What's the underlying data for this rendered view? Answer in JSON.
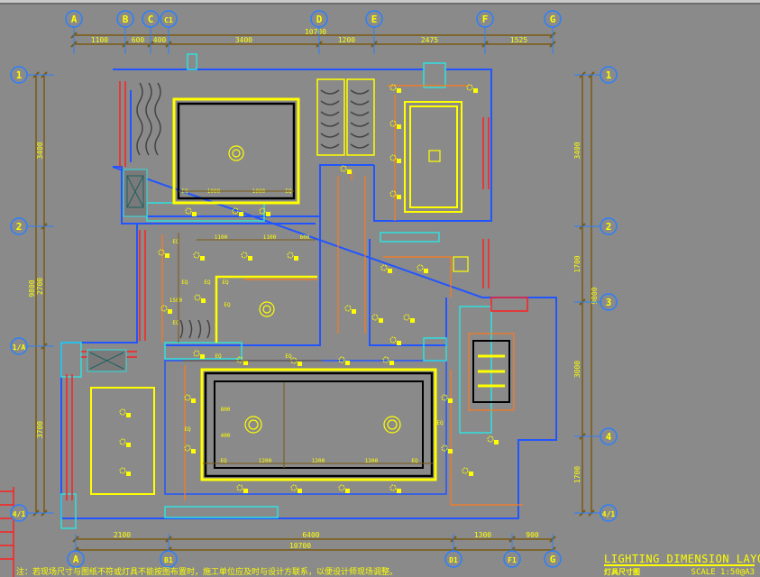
{
  "drawing": {
    "title": "LIGHTING DIMENSION LAYOUT",
    "subtitle_cn": "灯具尺寸图",
    "scale": "SCALE  1:50@A3",
    "note": "注：若现场尺寸与图纸不符或灯具不能按图布置时，施工单位应及时与设计方联系，以便设计师现场调整。"
  },
  "grid_top": {
    "bubbles": [
      "A",
      "B",
      "C",
      "C1",
      "D",
      "E",
      "F",
      "G"
    ],
    "overall": "10700",
    "segments": [
      "1100",
      "600",
      "400",
      "3400",
      "1200",
      "2475",
      "1525"
    ]
  },
  "grid_bottom": {
    "bubbles": [
      "A",
      "B1",
      "D1",
      "F1",
      "G"
    ],
    "overall": "10700",
    "segments": [
      "2100",
      "6400",
      "1300",
      "900"
    ]
  },
  "grid_left": {
    "bubbles": [
      "1",
      "2",
      "1/A",
      "4/1"
    ],
    "overall": "9800",
    "segments": [
      "3400",
      "2700",
      "3700"
    ]
  },
  "grid_right": {
    "bubbles": [
      "1",
      "2",
      "3",
      "4",
      "4/1"
    ],
    "overall": "9800",
    "segments": [
      "3400",
      "1700",
      "3000",
      "1700"
    ]
  },
  "room_labels": {
    "top_left": [
      "EQ",
      "1000",
      "1000",
      "EQ"
    ],
    "middle": [
      "1100",
      "1100",
      "600",
      "EQ",
      "EQ",
      "EQ",
      "EQ",
      "EQ",
      "1500",
      "EQ"
    ],
    "bottom": [
      "EQ",
      "EQ",
      "EQ",
      "1200",
      "1200",
      "1200",
      "EQ",
      "EQ",
      "EQ",
      "800",
      "400"
    ]
  },
  "colors": {
    "background": "#8a8a8a",
    "text": "#ffff00",
    "wall": "#2255ff",
    "grid": "#2a7fff",
    "dimension": "#7a5a10",
    "red": "#ff2020",
    "orange": "#ff7a1a",
    "cyan": "#30e0e0"
  }
}
